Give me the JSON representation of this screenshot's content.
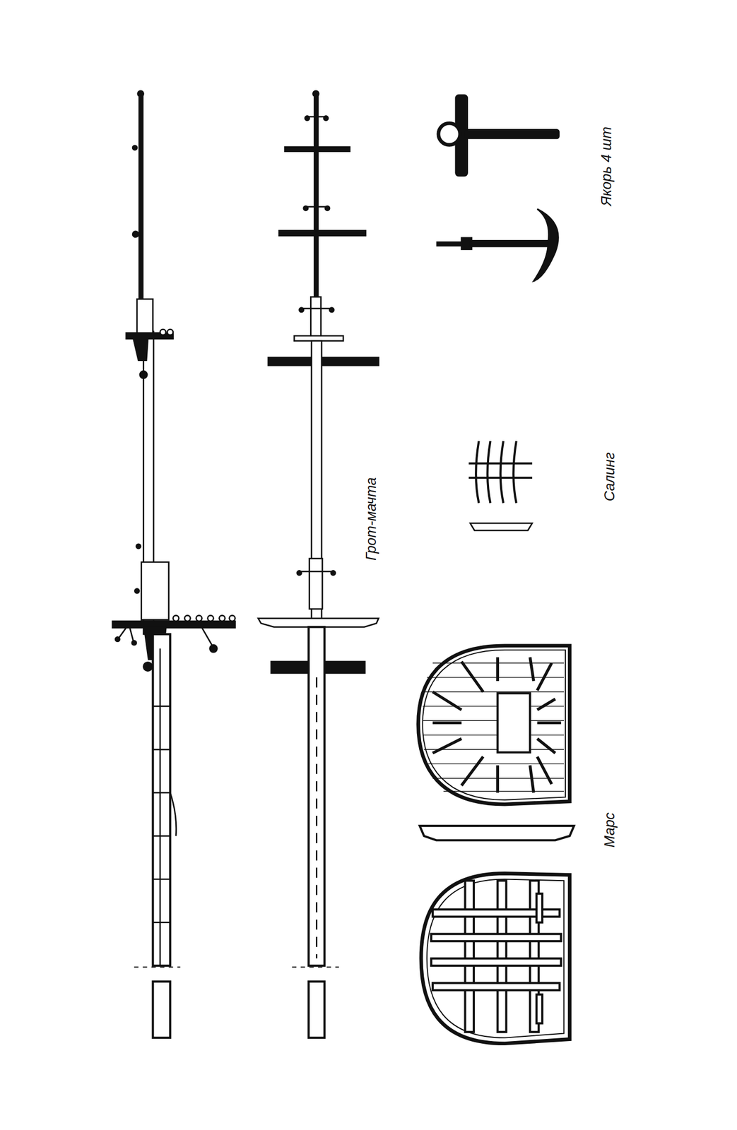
{
  "diagram": {
    "labels": [
      "Грот-мачта",
      "Салинг",
      "Марс",
      "Якорь 4 шт"
    ]
  }
}
